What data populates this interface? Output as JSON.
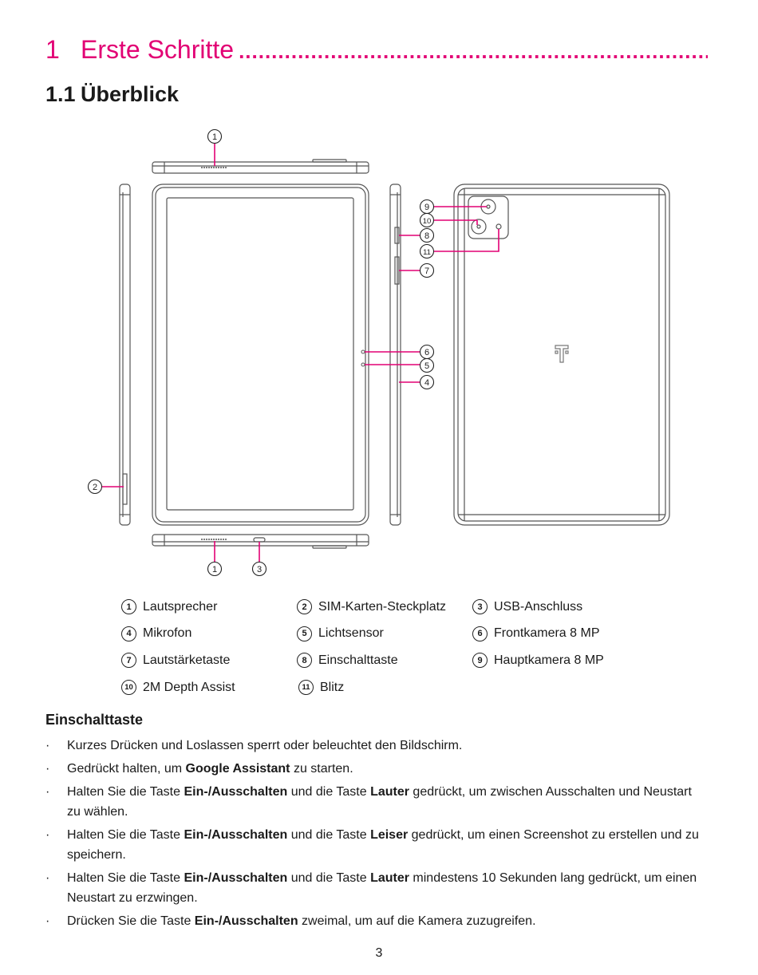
{
  "heading1": {
    "number": "1",
    "title": "Erste Schritte",
    "leader": "......................................................................................"
  },
  "heading2": {
    "number": "1.1",
    "title": "Überblick"
  },
  "callouts": {
    "c1": "1",
    "c2": "2",
    "c3": "3",
    "c4": "4",
    "c5": "5",
    "c6": "6",
    "c7": "7",
    "c8": "8",
    "c9": "9",
    "c10": "10",
    "c11": "11"
  },
  "legend": [
    {
      "num": "1",
      "label": "Lautsprecher"
    },
    {
      "num": "2",
      "label": "SIM-Karten-Steckplatz"
    },
    {
      "num": "3",
      "label": "USB-Anschluss"
    },
    {
      "num": "4",
      "label": "Mikrofon"
    },
    {
      "num": "5",
      "label": "Lichtsensor"
    },
    {
      "num": "6",
      "label": "Frontkamera 8 MP"
    },
    {
      "num": "7",
      "label": "Lautstärketaste"
    },
    {
      "num": "8",
      "label": "Einschalttaste"
    },
    {
      "num": "9",
      "label": "Hauptkamera 8 MP"
    },
    {
      "num": "10",
      "label": "2M Depth Assist"
    },
    {
      "num": "11",
      "label": "Blitz"
    }
  ],
  "section": {
    "title": "Einschalttaste",
    "bullet_char": "·",
    "bullets": [
      [
        {
          "t": "Kurzes Drücken und Loslassen sperrt oder beleuchtet den Bildschirm."
        }
      ],
      [
        {
          "t": "Gedrückt halten, um "
        },
        {
          "t": "Google Assistant",
          "b": true
        },
        {
          "t": " zu starten."
        }
      ],
      [
        {
          "t": "Halten Sie die Taste "
        },
        {
          "t": "Ein-/Ausschalten",
          "b": true
        },
        {
          "t": " und die Taste "
        },
        {
          "t": "Lauter",
          "b": true
        },
        {
          "t": " gedrückt, um zwischen Ausschalten und Neustart zu wählen."
        }
      ],
      [
        {
          "t": "Halten Sie die Taste "
        },
        {
          "t": "Ein-/Ausschalten",
          "b": true
        },
        {
          "t": " und die Taste "
        },
        {
          "t": "Leiser",
          "b": true
        },
        {
          "t": " gedrückt, um einen Screenshot zu erstellen und zu speichern."
        }
      ],
      [
        {
          "t": "Halten Sie die Taste "
        },
        {
          "t": "Ein-/Ausschalten",
          "b": true
        },
        {
          "t": " und die Taste "
        },
        {
          "t": "Lauter",
          "b": true
        },
        {
          "t": " mindestens 10 Sekunden lang gedrückt, um einen Neustart zu erzwingen."
        }
      ],
      [
        {
          "t": "Drücken Sie die Taste "
        },
        {
          "t": "Ein-/Ausschalten",
          "b": true
        },
        {
          "t": " zweimal, um auf die Kamera zuzugreifen."
        }
      ]
    ]
  },
  "page_number": "3",
  "colors": {
    "accent": "#e20074",
    "text": "#1a1a1a",
    "line": "#555555"
  },
  "icons": {
    "back_logo": "telekom-t-logo-icon"
  }
}
